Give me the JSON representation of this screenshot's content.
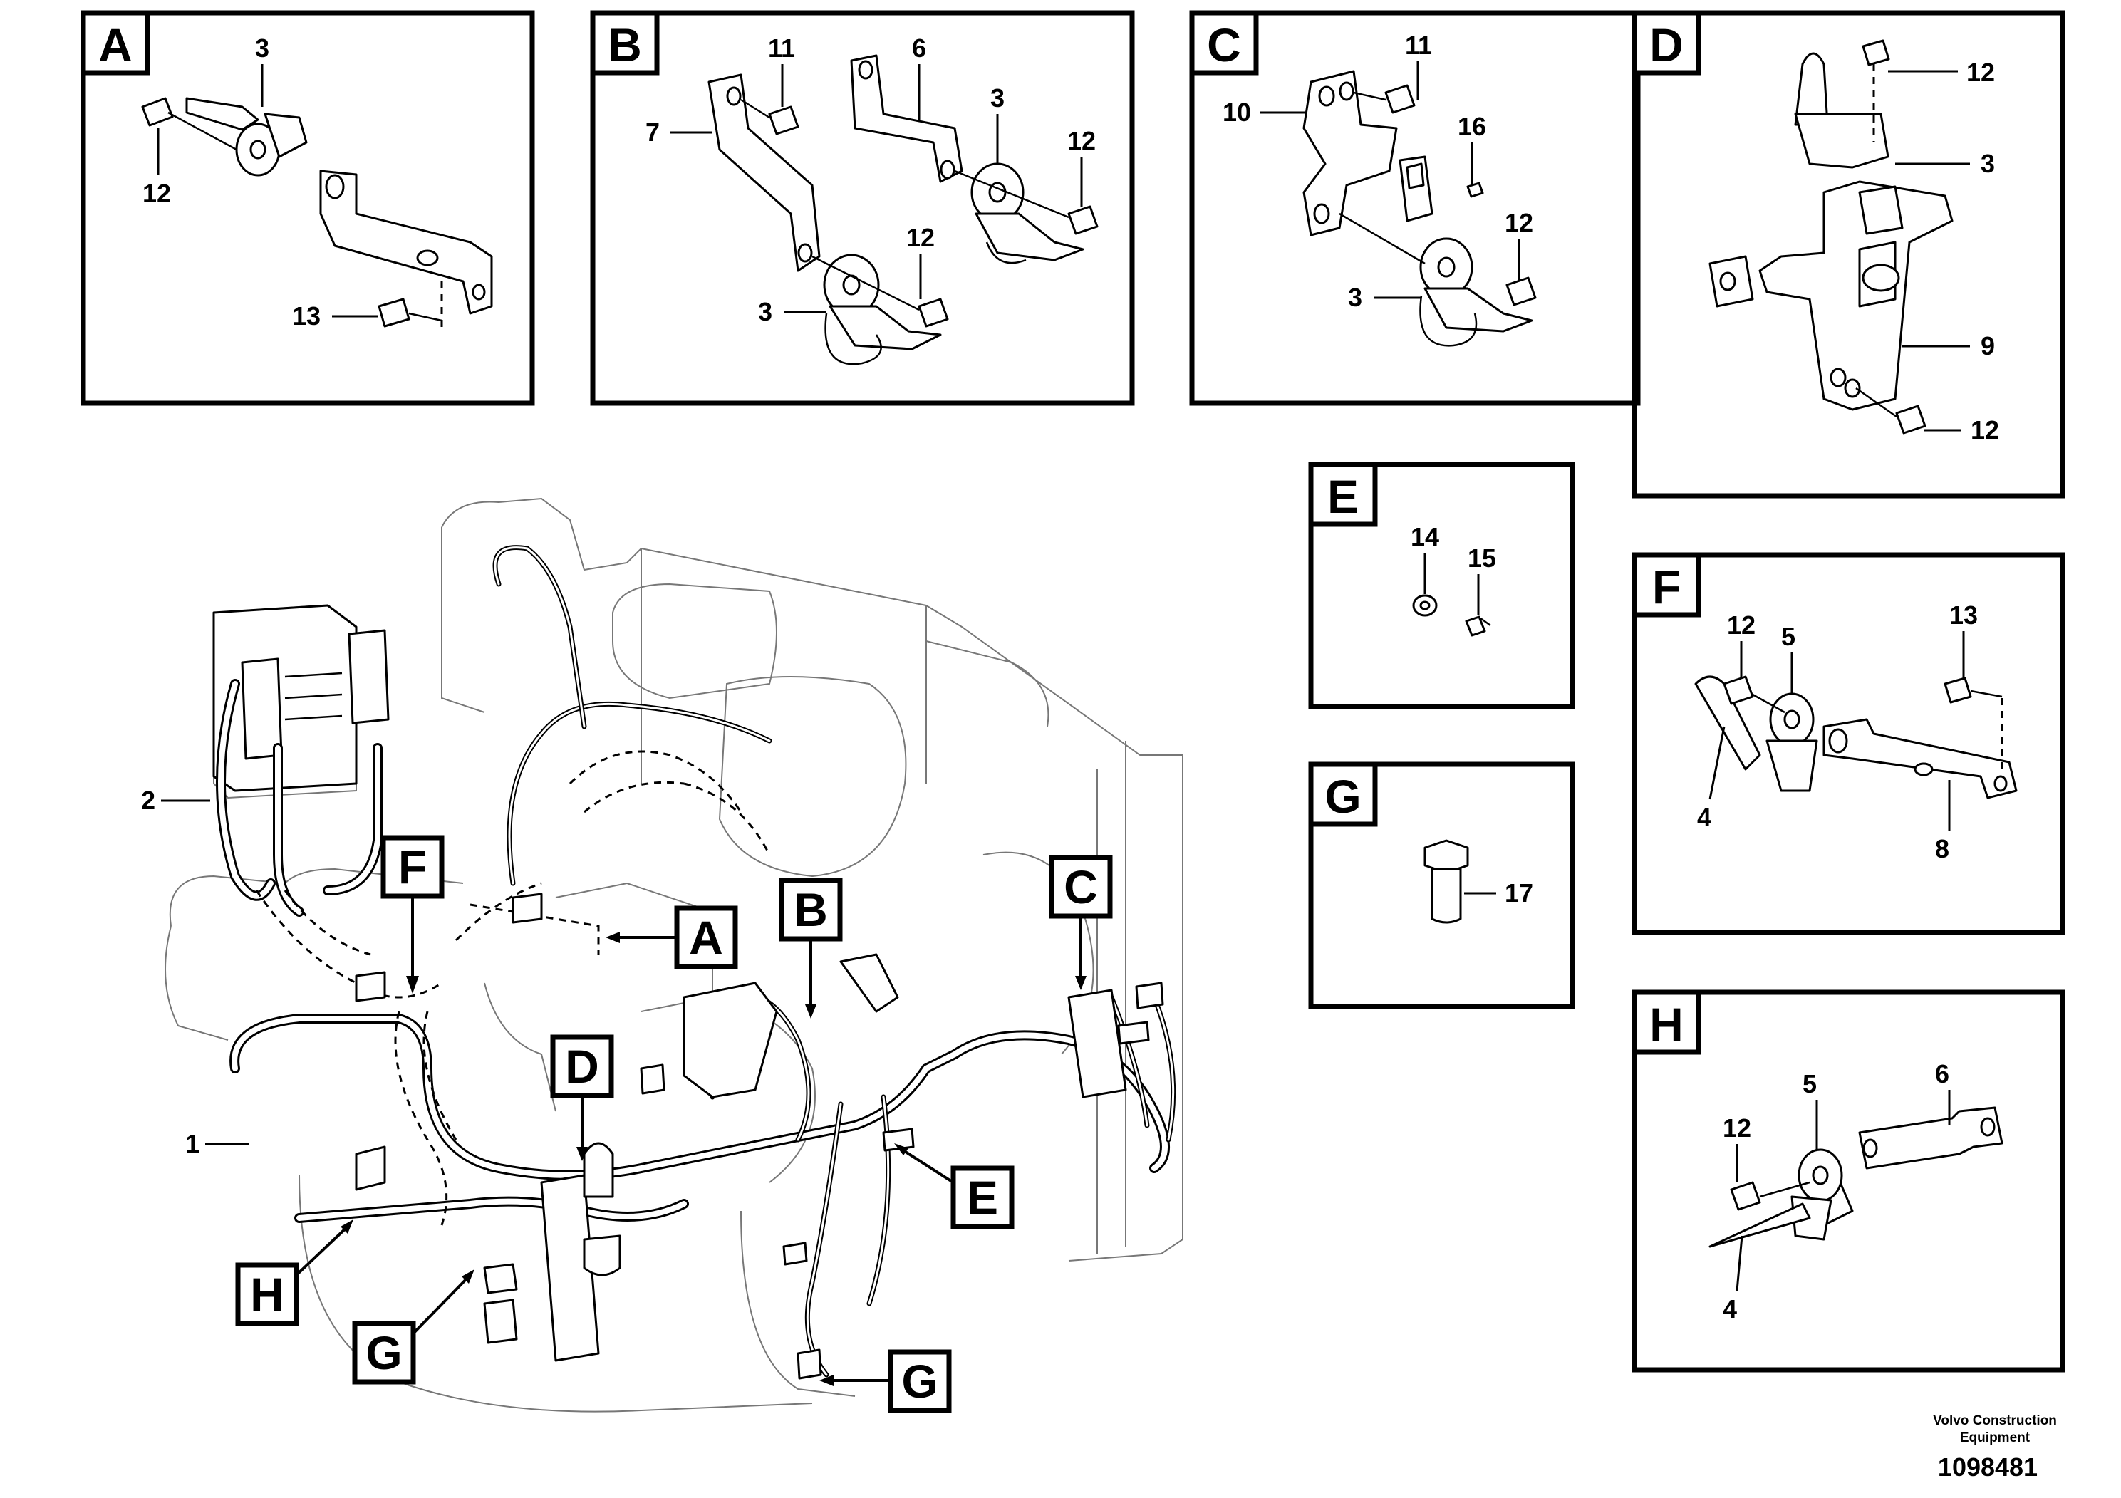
{
  "panels": {
    "A": {
      "label": "A",
      "callouts": [
        "3",
        "12",
        "13"
      ]
    },
    "B": {
      "label": "B",
      "callouts": [
        "11",
        "6",
        "7",
        "3",
        "12",
        "12",
        "3"
      ]
    },
    "C": {
      "label": "C",
      "callouts": [
        "11",
        "10",
        "16",
        "12",
        "3"
      ]
    },
    "D": {
      "label": "D",
      "callouts": [
        "12",
        "3",
        "9",
        "12"
      ]
    },
    "E": {
      "label": "E",
      "callouts": [
        "14",
        "15"
      ]
    },
    "F": {
      "label": "F",
      "callouts": [
        "12",
        "5",
        "13",
        "4",
        "8"
      ]
    },
    "G": {
      "label": "G",
      "callouts": [
        "17"
      ]
    },
    "H": {
      "label": "H",
      "callouts": [
        "6",
        "5",
        "12",
        "4"
      ]
    }
  },
  "main_view": {
    "callouts": [
      "2",
      "1"
    ],
    "pointers": [
      "F",
      "A",
      "B",
      "C",
      "D",
      "E",
      "H",
      "G",
      "G"
    ]
  },
  "footer": {
    "credit_line1": "Volvo Construction",
    "credit_line2": "Equipment",
    "document_number": "1098481"
  }
}
